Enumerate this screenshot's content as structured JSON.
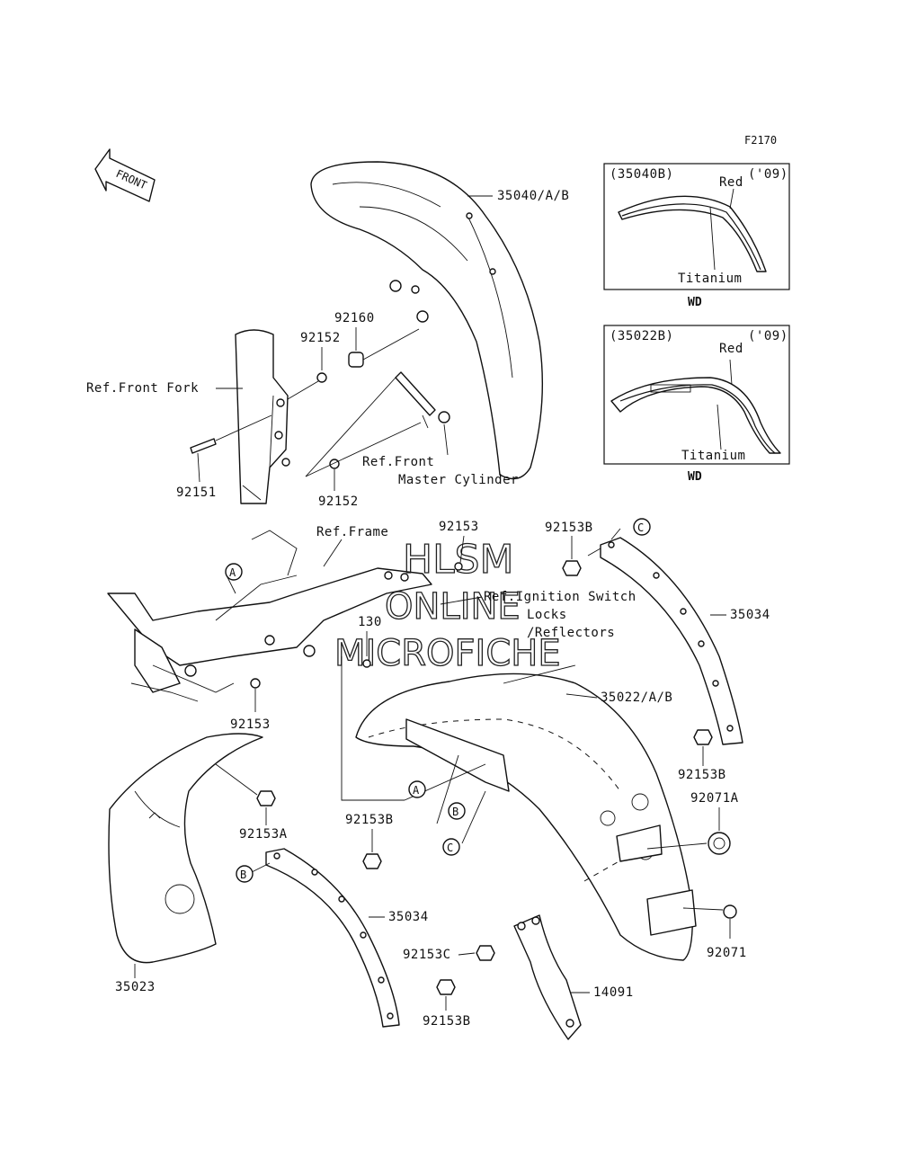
{
  "figure_code": "F2170",
  "front_arrow": "FRONT",
  "watermark": [
    "HLSM",
    "ONLINE",
    "MICROFICHE"
  ],
  "inset_top": {
    "code": "(35040B)",
    "red": "Red",
    "year": "('09)",
    "titanium": "Titanium",
    "wd": "WD"
  },
  "inset_bottom": {
    "code": "(35022B)",
    "red": "Red",
    "year": "('09)",
    "titanium": "Titanium",
    "wd": "WD"
  },
  "labels": {
    "p35040": "35040/A/B",
    "p92160": "92160",
    "p92152a": "92152",
    "p92152b": "92152",
    "p92151": "92151",
    "ref_fork": "Ref.Front Fork",
    "ref_mc1": "Ref.Front",
    "ref_mc2": "Master Cylinder",
    "ref_frame": "Ref.Frame",
    "p92153a": "92153",
    "p92153b_top": "92153B",
    "ref_ign1": "Ref.Ignition Switch",
    "ref_ign2": "Locks",
    "ref_ign3": "/Reflectors",
    "p130": "130",
    "p35034_top": "35034",
    "p35022": "35022/A/B",
    "p92153_left": "92153",
    "p92153b_right": "92153B",
    "p92071a": "92071A",
    "p92153A": "92153A",
    "p92153b_mid": "92153B",
    "p35034_bot": "35034",
    "p92153c": "92153C",
    "p92071": "92071",
    "p35023": "35023",
    "p14091": "14091",
    "p92153b_bot": "92153B"
  },
  "callouts": [
    "A",
    "A",
    "B",
    "B",
    "C",
    "C"
  ]
}
